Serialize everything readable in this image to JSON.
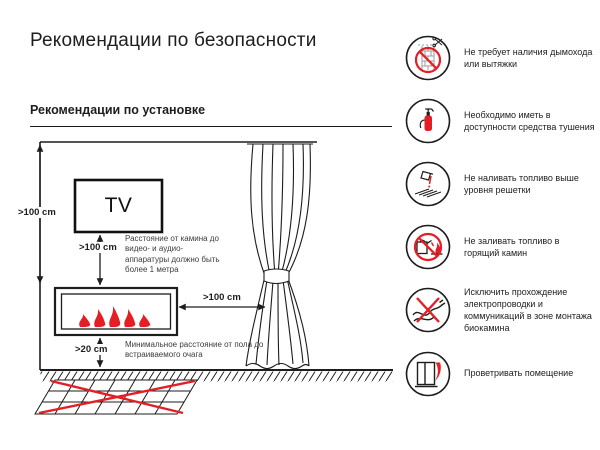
{
  "page": {
    "title": "Рекомендации по безопасности"
  },
  "section": {
    "title": "Рекомендации по установке"
  },
  "diagram": {
    "tv_label": "TV",
    "labels": {
      "wall": ">100 cm",
      "tv": ">100 cm",
      "curtain": ">100 cm",
      "floor": ">20 cm"
    },
    "notes": {
      "tv": "Расстояние от камина до видео- и аудио- аппаратуры должно быть более 1 метра",
      "floor": "Минимальное расстояние от пола до встраиваемого очага"
    }
  },
  "recommendations": [
    {
      "icon": "no-chimney-icon",
      "text": "Не требует наличия дымохода или вытяжки"
    },
    {
      "icon": "extinguisher-icon",
      "text": "Необходимо иметь в доступности средства тушения"
    },
    {
      "icon": "fuel-level-icon",
      "text": "Не наливать топливо выше уровня решетки"
    },
    {
      "icon": "no-refuel-icon",
      "text": "Не заливать топливо в горящий камин"
    },
    {
      "icon": "no-wiring-icon",
      "text": "Исключить прохождение электропроводки и коммуникаций в зоне монтажа биокамина"
    },
    {
      "icon": "ventilate-icon",
      "text": "Проветривать помещение"
    }
  ],
  "colors": {
    "accent_red": "#e31e24",
    "ink": "#1d1d1b"
  }
}
